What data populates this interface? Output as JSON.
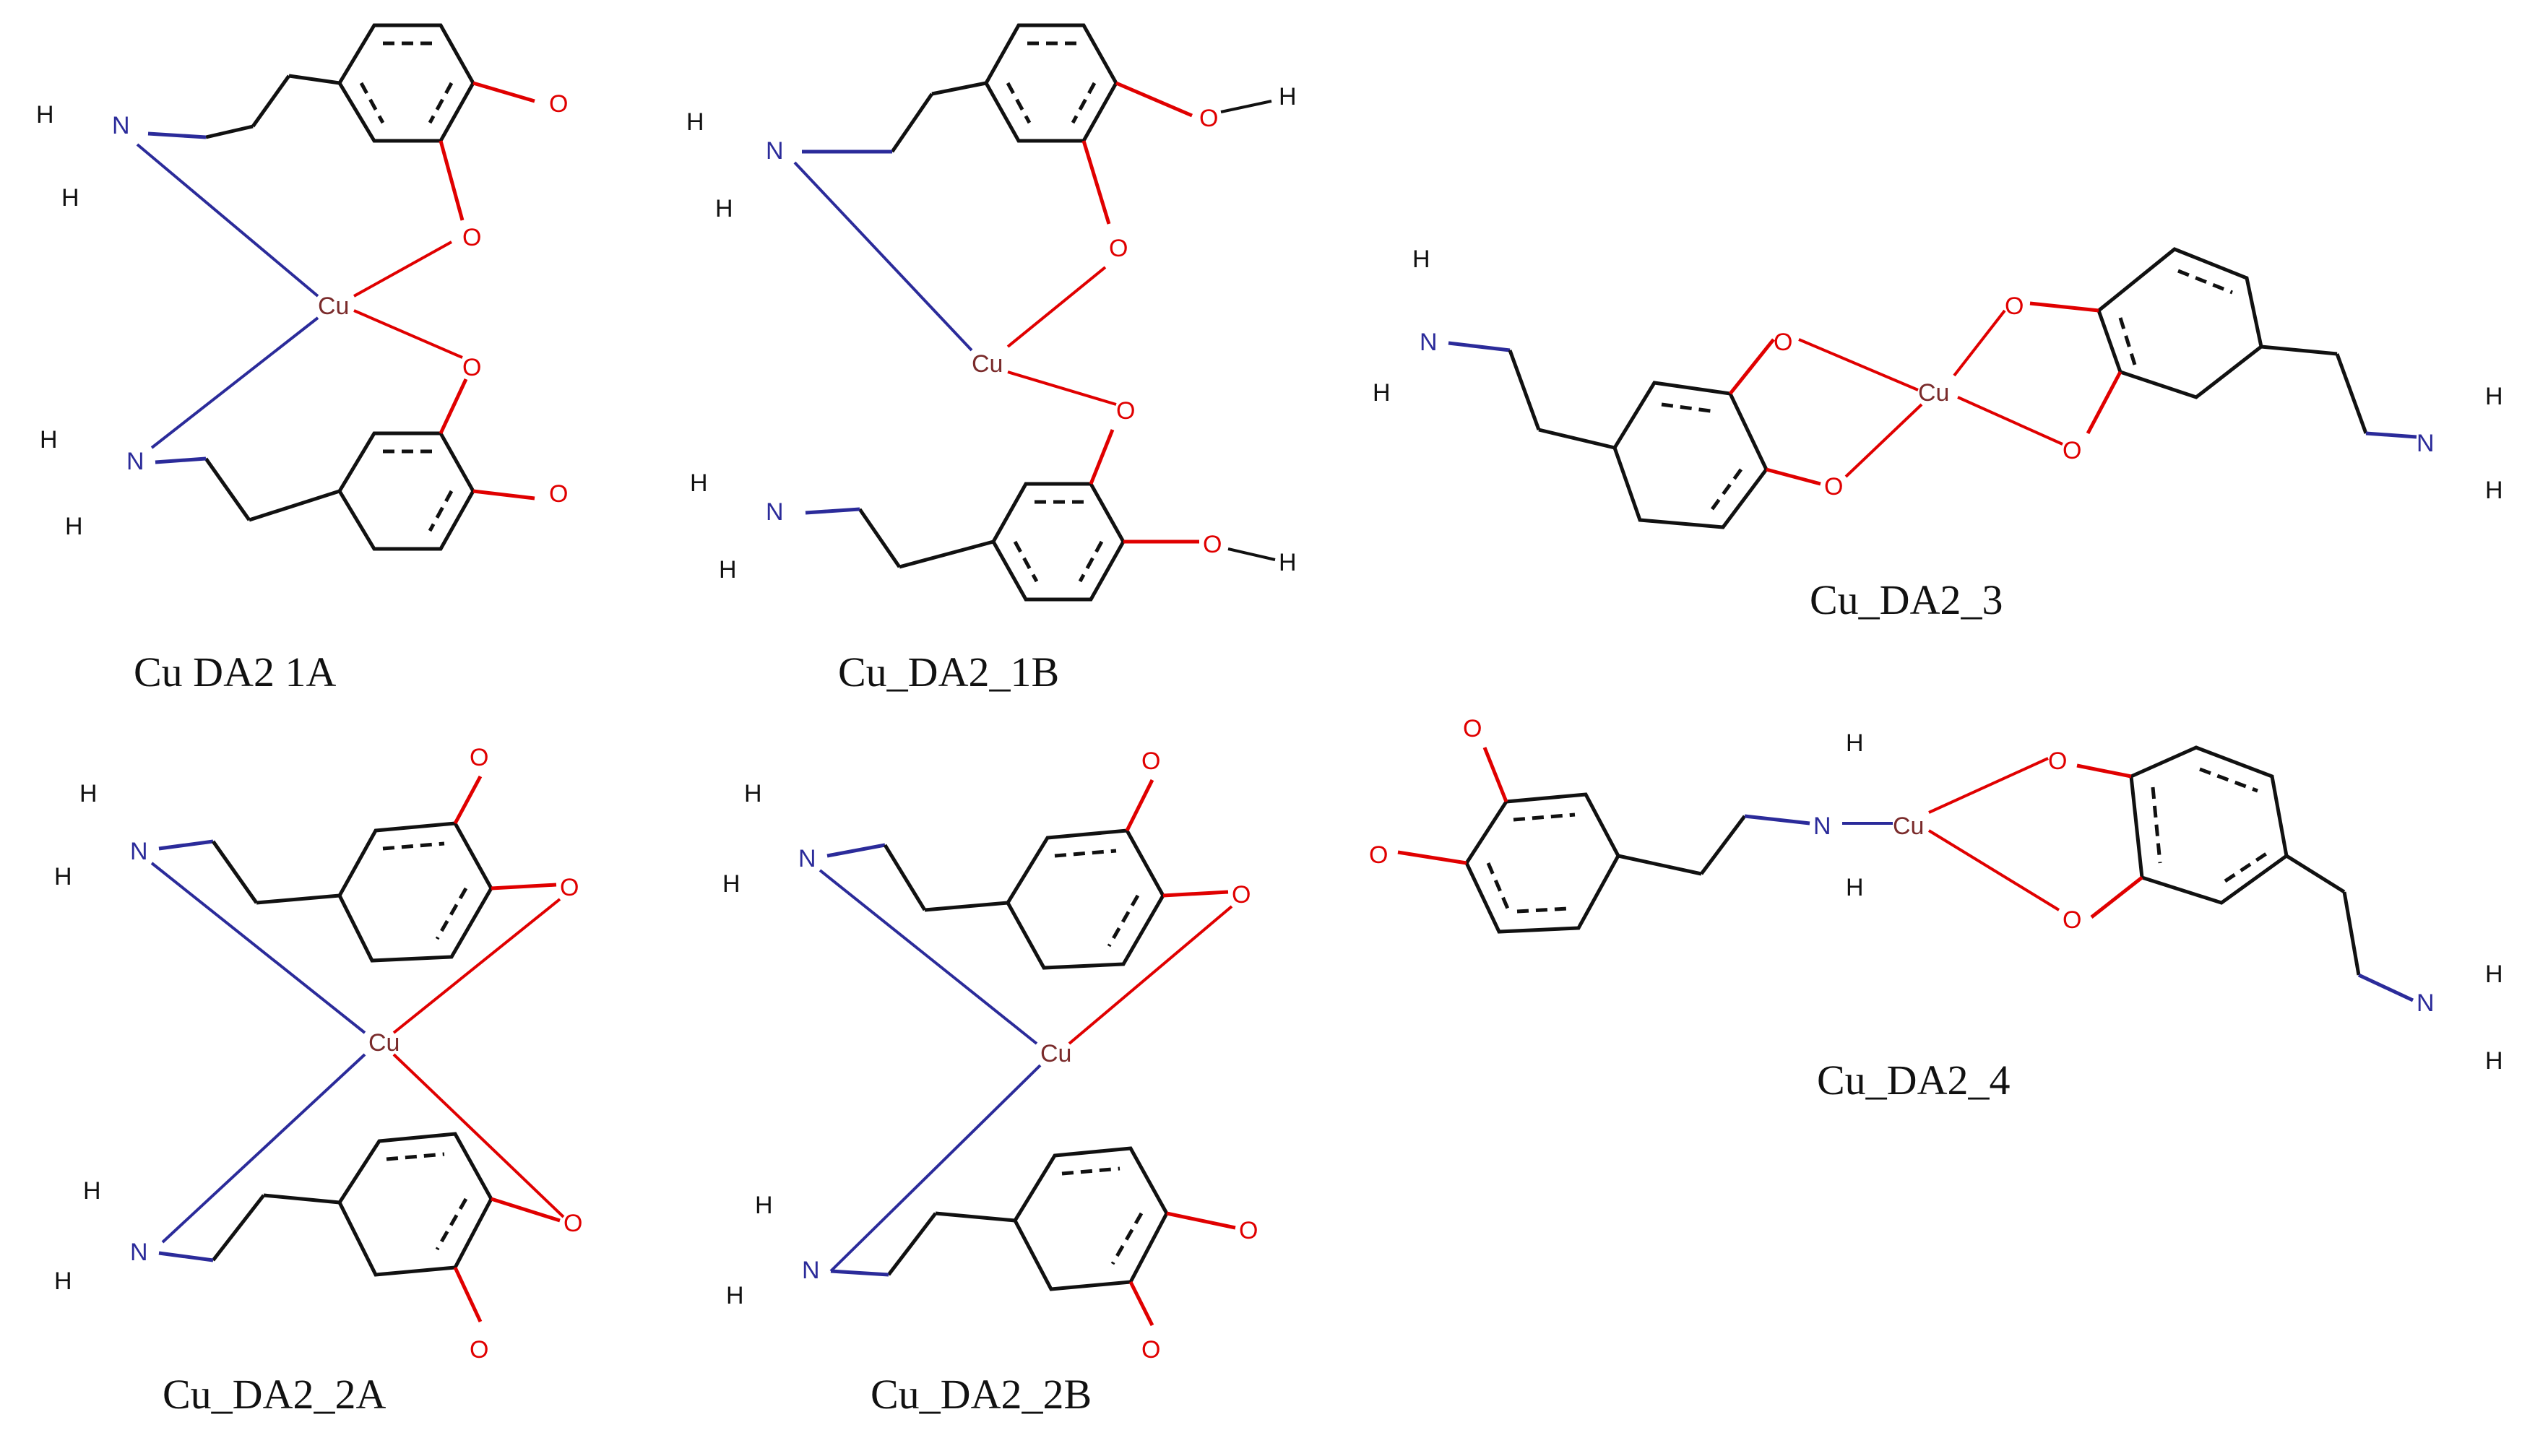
{
  "figure": {
    "colors": {
      "carbon_bond": "#111111",
      "nitrogen": "#2b2b9a",
      "oxygen": "#e00000",
      "copper": "#7a2b2b",
      "background": "#ffffff"
    },
    "atom_labels": {
      "nitrogen": "N",
      "oxygen": "O",
      "hydrogen": "H",
      "copper": "Cu"
    },
    "panels": [
      {
        "id": "1A",
        "caption": "Cu  DA2  1A",
        "description": "Cu bridged by two amine N and two catechol O from two dopamine units"
      },
      {
        "id": "1B",
        "caption": "Cu_DA2_1B",
        "description": "Cu bound to one amine N and two phenolate O, with free OH groups"
      },
      {
        "id": "3",
        "caption": "Cu_DA2_3",
        "description": "Cu chelated by two catecholate groups, amines free"
      },
      {
        "id": "2A",
        "caption": "Cu_DA2_2A",
        "description": "Cu bound to two amine N and two O in a bridging arrangement"
      },
      {
        "id": "2B",
        "caption": "Cu_DA2_2B",
        "description": "Cu bound to two amine N and one catechol O"
      },
      {
        "id": "4",
        "caption": "Cu_DA2_4",
        "description": "Cu bound to one amine N and one catecholate chelate"
      }
    ]
  }
}
